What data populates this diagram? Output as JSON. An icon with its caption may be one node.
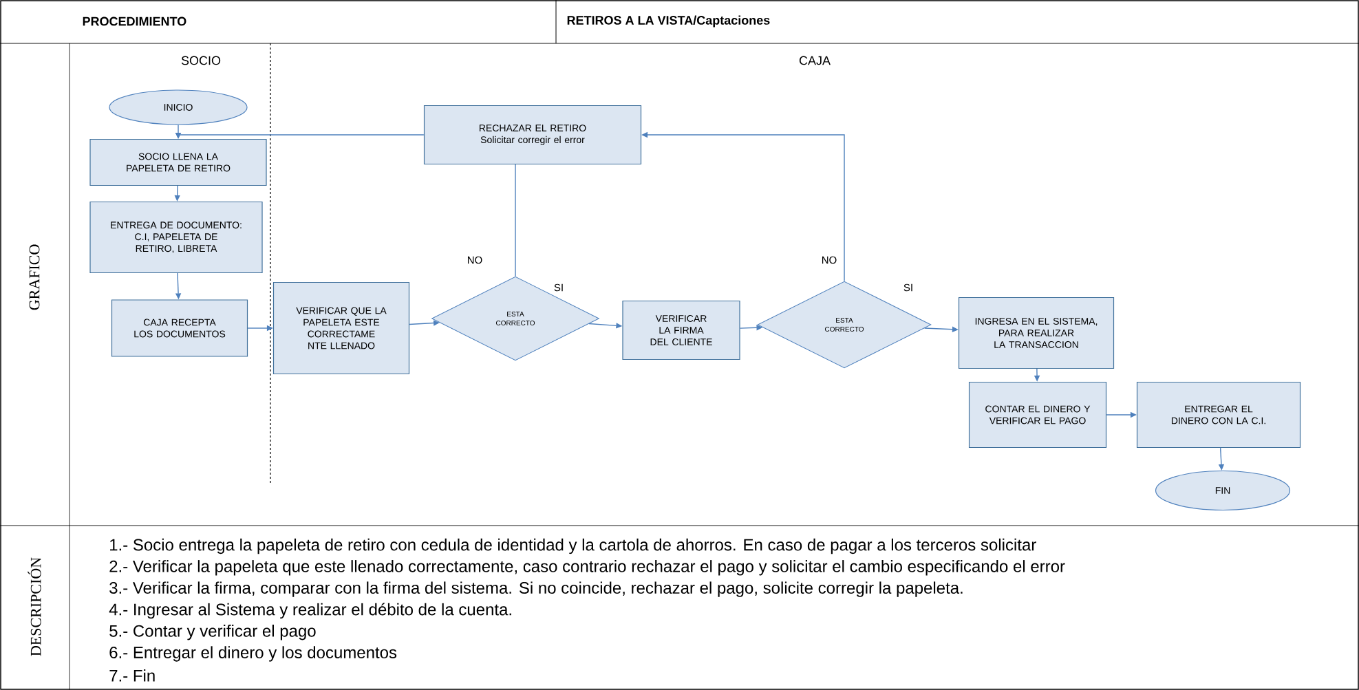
{
  "diagram": {
    "title": "RETIROS A LA VISTA/Captaciones",
    "nodes": [
      {
        "text": [
          "INICIO"
        ]
      },
      {
        "text": [
          "SOCIO LLENA LA PAPELETA DE RETIRO"
        ]
      },
      {
        "text": [
          "ENTREGA DE DOCUMENTO: C.I, PAPELETA DE RETIRO, LIBRETA"
        ]
      },
      {
        "text": [
          "CAJA RECEPTA LOS DOCUMENTOS"
        ]
      },
      {
        "text": [
          "VERIFICAR QUE LA PAPELETA ESTE CORRECTAME NTE LLENADO"
        ]
      },
      {
        "text": [
          "ESTA CORRECTO"
        ]
      },
      {
        "text": [
          "RECHAZAR EL RETIRO Solicitar corregir el error"
        ]
      },
      {
        "text": [
          "VERIFICAR LA FIRMA DEL CLIENTE"
        ]
      },
      {
        "text": [
          "ESTA CORRECTO"
        ]
      },
      {
        "text": [
          "INGRESA EN EL SISTEMA, PARA REALIZAR LA TRANSACCION"
        ]
      },
      {
        "text": [
          "CONTAR EL DINERO Y VERIFICAR EL PAGO"
        ]
      },
      {
        "text": [
          "ENTREGAR EL DINERO CON LA C.I."
        ]
      },
      {
        "text": [
          "FIN"
        ]
      }
    ],
    "edges": [
      {
        "from": 0,
        "to": 1,
        "arrow": "to"
      },
      {
        "from": 6,
        "to": 1,
        "arrow": "to"
      },
      {
        "from": 1,
        "to": 2,
        "arrow": "to"
      },
      {
        "from": 2,
        "to": 3,
        "arrow": "to"
      },
      {
        "from": 3,
        "to": 4,
        "arrow": "to"
      },
      {
        "from": 4,
        "to": 5,
        "arrow": "to"
      },
      {
        "from": 5,
        "to": 6,
        "arrow": "none",
        "label": "NO"
      },
      {
        "from": 5,
        "to": 7,
        "arrow": "to",
        "label": "SI"
      },
      {
        "from": 7,
        "to": 8,
        "arrow": "to"
      },
      {
        "from": 8,
        "to": 6,
        "arrow": "to",
        "label": "NO"
      },
      {
        "from": 8,
        "to": 9,
        "arrow": "to",
        "label": "SI"
      },
      {
        "from": 9,
        "to": 10,
        "arrow": "to"
      },
      {
        "from": 10,
        "to": 11,
        "arrow": "to"
      },
      {
        "from": 11,
        "to": 12,
        "arrow": "to"
      }
    ],
    "labels": [
      "PROCEDIMIENTO",
      "GRAFICO",
      "SOCIO",
      "CAJA",
      "DESCRIPCIÓN",
      "1.- Socio entrega la papeleta de retiro con cedula de identidad y la cartola de ahorros. En caso de pagar a los terceros solicitar",
      "2.- Verificar la papeleta que este llenado correctamente, caso contrario rechazar el pago y solicitar el cambio especificando el error",
      "3.- Verificar la firma, comparar con la firma del sistema. Si no coincide, rechazar el pago, solicite corregir la papeleta.",
      "4.- Ingresar al Sistema y realizar el débito de la cuenta.",
      "5.- Contar y verificar el pago",
      "6.- Entregar el dinero y los documentos",
      "7.- Fin"
    ]
  }
}
